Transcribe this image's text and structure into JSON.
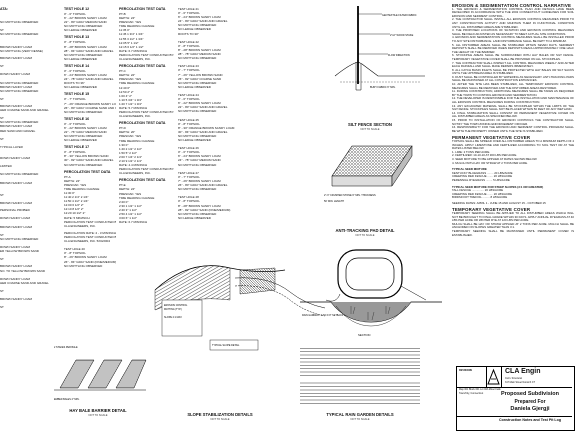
{
  "sheet": {
    "col1": {
      "blocks": [
        {
          "h": "ATA:",
          "lines": [
            "",
            "",
            "NO MOTTLING OBSERVED",
            "",
            "ST",
            "NO MOTTLING OBSERVED",
            "",
            "",
            "BROWN SANDY LOAM",
            "NO MOTTLING (VERY DENSE)"
          ]
        },
        {
          "h": "",
          "lines": [
            "BROWN SANDY LOAM",
            "",
            "ST",
            "",
            "ROWN SANDY LOAM",
            "",
            "NO MOTTLING OBSERVED",
            "BROWN SANDY LOAM",
            "NO MOTTLING OBSERVED",
            "",
            "ST"
          ]
        },
        {
          "h": "",
          "lines": [
            "BROWN SANDY LOAM",
            "HER COARSE SAND AND GRAVEL",
            "",
            "ST",
            "NO MOTTLING OBSERVED",
            "BROWN SANDY LOAM",
            "RED SAND AND GRAVEL",
            "",
            "ST",
            "",
            "TYPICAL LAYER"
          ]
        },
        {
          "h": "",
          "lines": [
            "",
            "ROWN SANDY LOAM",
            "",
            "LIMITED",
            "",
            "NO MOTTLING OBSERVED",
            "",
            "BROWN SANDY LOAM",
            "",
            "",
            "ST",
            "",
            "BROWN SANDY LOAM"
          ]
        },
        {
          "h": "",
          "lines": [
            "PERSONAL PROBED",
            "",
            "ROWN SANDY LOAM",
            "",
            "BROWN SANDY LOAM",
            "",
            "ST",
            "NO MOTTLING OBSERVED",
            "",
            "ROWN SANDY LOAM",
            "ER YELLOW BROWN SAND",
            "",
            "ST"
          ]
        },
        {
          "h": "",
          "lines": [
            "BROWN SANDY LOAM",
            "NO. TO YELLOW BROWN SAND",
            "",
            "ROWN SANDY LOAM",
            "HER COARSE SAND AND GRAVEL",
            "",
            "ST",
            "",
            "BROWN SANDY LOAM",
            "",
            "ST"
          ]
        }
      ]
    },
    "col2": {
      "blocks": [
        {
          "h": "TEST HOLE 12",
          "lines": [
            "0\" - 6\"     TOPSOIL",
            "6\" - 22\"    BROWN SANDY LOAM",
            "22\" - 80\"   GRAY MEDIUM SAND",
            "NO MOTTLING OBSERVED",
            "NO LEDGE OBSERVED"
          ]
        },
        {
          "h": "TEST HOLE 13",
          "lines": [
            "0\" - 8\"     TOPSOIL",
            "8\" - 28\"    BROWN SANDY LOAM",
            "28\" - 84\"   GRAY SAND AND GRAVEL",
            "NO MOTTLING OBSERVED",
            "NO LEDGE OBSERVED"
          ]
        },
        {
          "h": "TEST HOLE 14",
          "lines": [
            "0\" - 6\"     TOPSOIL",
            "6\" - 24\"    BROWN SANDY LOAM",
            "24\" - 78\"   GRAY SAND AND GRAVEL",
            "ROOTS TO 36\"",
            "NO LEDGE OBSERVED"
          ]
        },
        {
          "h": "TEST HOLE 15",
          "lines": [
            "0\" - 7\"     TOPSOIL",
            "7\" - 26\"    ORANGE BROWN SANDY LOAM",
            "26\" - 80\"   GRAY COARSE SAND AND GRAVEL",
            "NO MOTTLING OBSERVED"
          ]
        },
        {
          "h": "TEST HOLE 16",
          "lines": [
            "0\" - 6\"     TOPSOIL",
            "6\" - 22\"    BROWN SANDY LOAM",
            "22\" - 76\"   GRAY MEDIUM SAND",
            "NO MOTTLING OBSERVED",
            "NO LEDGE OBSERVED"
          ]
        },
        {
          "h": "TEST HOLE 17",
          "lines": [
            "0\" - 8\"     TOPSOIL",
            "8\" - 30\"    YELLOW BROWN SAND",
            "30\" - 82\"   GRAY SAND AND GRAVEL",
            "NO MOTTLING OBSERVED"
          ]
        },
        {
          "h": "PERCOLATION TEST DATA",
          "lines": [
            "PT-A",
            "DEPTH: 24\"",
            "PRESOAK: YES",
            "TIME      READING   CHANGE",
            "11:30     0\"",
            "11:40     2 1/4\"   2 1/4\"",
            "11:50     4 1/2\"   2 1/4\"",
            "12:00     6 1/2\"   2\"",
            "12:10     8 1/2\"   2\"",
            "12:20     10 1/2\"  2\"",
            "RATE: 5 MIN/INCH",
            "PERCOLATION TEST CONDUCTED BY:",
            "CLA ENGINEERS, INC."
          ]
        },
        {
          "h": "",
          "lines": [
            "PERCOLATION RATE: 2 - 3 MIN/INCH",
            "PERCOLATION TEST CONDUCTED BY:",
            "CLA ENGINEERS, INC. 5/04/2004",
            "",
            "TEST HOLE 20",
            "0\" - 8\"     TOPSOIL",
            "8\" - 26\"    BROWN SANDY LOAM",
            "26\" - 84\"   GRAY SAND (FINE/MEDIUM)",
            "NO MOTTLING OBSERVED"
          ]
        }
      ]
    },
    "col3": {
      "blocks": [
        {
          "h": "PERCOLATION TEST DATA",
          "lines": [
            "PT-B",
            "DEPTH: 24\"",
            "PRESOAK: YES",
            "TIME      READING   CHANGE",
            "11:35     0\"",
            "11:45     1 3/4\"   1 3/4\"",
            "11:55     3 1/2\"   1 3/4\"",
            "12:05     5\"       1 1/2\"",
            "12:15     6 1/2\"   1 1/2\"",
            "RATE: 6.7 MIN/INCH",
            "PERCOLATION TEST CONDUCTED BY:",
            "CLA ENGINEERS, INC."
          ]
        },
        {
          "h": "PERCOLATION TEST DATA",
          "lines": [
            "PT-C",
            "DEPTH: 22\"",
            "PRESOAK: YES",
            "TIME      READING   CHANGE",
            "12:40     0\"",
            "12:50     2\"        2\"",
            "1:00      4\"        2\"",
            "1:10      5 3/4\"   1 3/4\"",
            "1:20      7 1/2\"   1 3/4\"",
            "RATE: 5.7 MIN/INCH",
            "PERCOLATION TEST CONDUCTED BY:",
            "CLA ENGINEERS, INC."
          ]
        },
        {
          "h": "PERCOLATION TEST DATA",
          "lines": [
            "PT-D",
            "DEPTH: 20\"",
            "PRESOAK: YES",
            "TIME      READING   CHANGE",
            "1:30      0\"",
            "1:40      2 1/2\"   2 1/2\"",
            "1:50      5\"       2 1/2\"",
            "2:00      7 1/4\"   2 1/4\"",
            "2:10      9 1/2\"   2 1/4\"",
            "RATE: 4.4 MIN/INCH",
            "PERCOLATION TEST CONDUCTED BY:",
            "CLA ENGINEERS, INC."
          ]
        },
        {
          "h": "PERCOLATION TEST DATA",
          "lines": [
            "PT-E",
            "DEPTH: 24\"",
            "PRESOAK: YES",
            "TIME      READING   CHANGE",
            "2:20      0\"",
            "2:30      1 1/2\"   1 1/2\"",
            "2:40      3\"       1 1/2\"",
            "2:50      4 1/2\"   1 1/2\"",
            "3:00      6\"       1 1/2\"",
            "RATE: 6.7 MIN/INCH"
          ]
        }
      ]
    },
    "col4": {
      "blocks": [
        {
          "h": "",
          "lines": [
            "TEST HOLE 21",
            "0\" - 6\"     TOPSOIL",
            "6\" - 24\"    BROWN SANDY LOAM",
            "24\" - 80\"   GRAY SAND AND GRAVEL",
            "NO MOTTLING OBSERVED",
            "NO LEDGE OBSERVED",
            "ROOTS TO 30\"",
            "",
            "TEST HOLE 22",
            "0\" - 8\"     TOPSOIL",
            "8\" - 28\"    BROWN SANDY LOAM",
            "28\" - 78\"   GRAY MEDIUM SAND",
            "NO MOTTLING OBSERVED",
            "",
            "TEST HOLE 23",
            "0\" - 7\"     TOPSOIL",
            "7\" - 26\"    YELLOW BROWN SAND",
            "26\" - 82\"   GRAY COARSE SAND",
            "NO MOTTLING OBSERVED",
            "NO LEDGE OBSERVED",
            "",
            "TEST HOLE 24",
            "0\" - 6\"     TOPSOIL",
            "6\" - 22\"    BROWN SANDY LOAM",
            "22\" - 80\"   GRAY SAND AND GRAVEL",
            "NO MOTTLING OBSERVED",
            "",
            "TEST HOLE 25",
            "0\" - 8\"     TOPSOIL",
            "8\" - 30\"    ORANGE BROWN SANDY LOAM",
            "30\" - 84\"   GRAY SAND AND GRAVEL",
            "NO MOTTLING OBSERVED",
            "NO LEDGE OBSERVED",
            "",
            "TEST HOLE 26",
            "0\" - 6\"     TOPSOIL",
            "6\" - 24\"    BROWN SANDY LOAM",
            "24\" - 78\"   GRAY MEDIUM SAND",
            "NO MOTTLING OBSERVED",
            "",
            "TEST HOLE 27",
            "0\" - 7\"     TOPSOIL",
            "7\" - 26\"    BROWN SANDY LOAM",
            "26\" - 80\"   GRAY SAND AND GRAVEL",
            "NO MOTTLING OBSERVED",
            "",
            "TEST HOLE 28",
            "0\" - 8\"     TOPSOIL",
            "8\" - 28\"    BROWN SANDY LOAM",
            "28\" - 82\"   GRAY SAND (FINE/MEDIUM)",
            "NO MOTTLING OBSERVED",
            "NO LEDGE OBSERVED"
          ]
        }
      ]
    },
    "details": {
      "silt_fence": "SILT FENCE SECTION",
      "silt_fence_sub": "NOT TO SCALE",
      "anti_tracking": "ANTI-TRACKING PAD DETAIL",
      "anti_tracking_sub": "NOT TO SCALE",
      "hay_bale": "HAY BALE BARRIER DETAIL",
      "hay_bale_sub": "NOT TO SCALE",
      "slope": "SLOPE STABILIZATION DETAILS",
      "slope_sub": "NOT TO SCALE",
      "rain_garden": "TYPICAL RAIN GARDEN DETAILS",
      "rain_garden_sub": "NOT TO SCALE",
      "plan_label": "PLAN",
      "section_label": "SECTION"
    },
    "narrative": {
      "title": "EROSION & SEDIMENTATION CONTROL NARRATIVE",
      "paragraphs": [
        "1. THE EROSION & SEDIMENTATION CONTROL PLAN AND DETAILS HAVE BEEN DEVELOPED IN ACCORDANCE WITH THE 2002 CONNECTICUT GUIDELINES FOR SOIL EROSION AND SEDIMENT CONTROL.",
        "2. THE CONTRACTOR SHALL INSTALL ALL EROSION CONTROL MEASURES PRIOR TO ANY CONSTRUCTION ACTIVITY AND MAINTAIN THEM IN FUNCTIONAL CONDITION UNTIL ALL DISTURBED AREAS ARE STABILIZED.",
        "3. THE PROPOSED LOCATIONS OF SILTATION AND EROSION CONTROL MEASURES SHALL BE FIELD ADJUSTED AS NECESSARY TO MEET ACTUAL SITE CONDITIONS.",
        "4. EROSION AND SEDIMENTATION CONTROL MEASURES SHALL BE INSTALLED PRIOR TO ANY SITE DISTURBANCE. LAND DISTURBANCE SHALL BE KEPT TO A MINIMUM.",
        "5. ALL DISTURBED AREAS SHALL BE STABILIZED WITHIN SEVEN DAYS. SEDIMENT DEPOSITS SHALL BE REMOVED WHEN DEPOSITS REACH APPROXIMATELY ONE HALF THE HEIGHT OF THE BARRIER.",
        "6. STOCKPILE AREAS SHALL BE SURROUNDED WITH HAY BALES OR SILT FENCE. TEMPORARY VEGETATIVE COVER SHALL BE PROVIDED ON ALL STOCKPILES.",
        "7. THE CONTRACTOR SHALL INSPECT ALL CONTROL MEASURES WEEKLY AND AFTER EACH RAINFALL AND SHALL MAKE REPAIRS IMMEDIATELY.",
        "8. ALL CATCH BASIN INLETS SHALL BE PROTECTED WITH HAY BALES OR SILT SACKS UNTIL THE UPSTREAM AREA IS STABILIZED.",
        "9. DUST SHALL BE CONTROLLED BY WATERING AS NECESSARY. ANTI-TRACKING PADS SHALL BE MAINTAINED AT ALL CONSTRUCTION ENTRANCES.",
        "10. AFTER THE SITE HAS BEEN STABILIZED, ALL TEMPORARY EROSION CONTROL MEASURES SHALL BE REMOVED AND THE DISTURBED AREAS RESTORED.",
        "11. DURING CONSTRUCTION, ADDITIONAL MEASURES SHALL BE TAKEN AS REQUIRED BY THE TOWN TO CONTROL EROSION AND SEDIMENTATION.",
        "12. THE DEVELOPER IS RESPONSIBLE FOR THE INSTALLATION AND MAINTENANCE OF ALL EROSION CONTROL MEASURES DURING CONSTRUCTION.",
        "13. ANY EXCAVATED MATERIAL SHALL BE STOCKPILED WITHIN THE LIMITS OF THE SILT FENCE. STOCKPILES SHALL NOT BE PLACED WITHIN 50 FEET OF ANY WETLAND.",
        "14. FINAL STABILIZATION SHALL CONSIST OF PERMANENT VEGETATIVE COVER ON ALL DISTURBED AREAS AS SPECIFIED BELOW.",
        "15. PRIOR TO INSTALLATION OF EROSION CONTROLS THE CONTRACTOR SHALL NOTIFY THE TOWN ZONING ENFORCEMENT OFFICER.",
        "16. RESPONSIBILITY FOR THE EROSION AND SEDIMENT CONTROL PROGRAM SHALL BE WITH THE PROPERTY OWNER UNTIL THE SITE IS STABILIZED."
      ],
      "perm_title": "PERMANENT VEGETATIVE COVER",
      "perm": [
        "TOPSOIL SHALL BE SPREAD OVER ALL DISTURBED AREAS TO A MINIMUM DEPTH OF 4 INCHES. APPLY LIMESTONE AND FERTILIZER ACCORDING TO SOIL TEST OR AT THE RATES LISTED BELOW.",
        "1. LIME: 2 TONS PER ACRE.",
        "2. FERTILIZER: 10-10-10 AT 300 LBS PER ACRE.",
        "3. SEED MIXTURE TO BE APPLIED AT RATES SHOWN BELOW.",
        "4. MULCH WITH HAY OR STRAW AT 2 TONS PER ACRE."
      ],
      "seed_title": "TYPICAL SEED MIXTURE",
      "seed": [
        "KENTUCKY BLUEGRASS ........ 20 LBS/ACRE",
        "CREEPING RED FESCUE ....... 20 LBS/ACRE",
        "PERENNIAL RYEGRASS ........ 5 LBS/ACRE"
      ],
      "seed2_title": "TYPICAL SEED MIXTURE FOR STEEP SLOPES (3:1 OR GREATER)",
      "seed2": [
        "TALL FESCUE ............... 20 LBS/ACRE",
        "CREEPING RED FESCUE ....... 20 LBS/ACRE",
        "BIRDSFOOT TREFOIL ......... 8 LBS/ACRE"
      ],
      "dates": "SEEDING DATES: APRIL 1 - JUNE 15 AND AUGUST 15 - OCTOBER 15",
      "temp_title": "TEMPORARY VEGETATIVE COVER",
      "temp": [
        "TEMPORARY SEEDING SHALL BE APPLIED TO ALL DISTURBED AREAS WHICH WILL NOT BE BROUGHT TO FINAL GRADE WITHIN 30 DAYS. APPLY ANNUAL RYEGRASS AT 40 LBS PER ACRE OR WINTER RYE AT 120 LBS PER ACRE.",
        "MULCH SHALL BE HAY OR STRAW APPLIED AT 2 TONS PER ACRE. MULCH SHALL BE ANCHORED ON SLOPES GREATER THAN 3:1.",
        "TEMPORARY SEEDING SHALL BE MAINTAINED UNTIL PERMANENT COVER IS ESTABLISHED."
      ]
    },
    "title_block": {
      "firm": "CLA Engin",
      "firm_sub": "Civil • Structural",
      "address": "317 Main Street  Norwich CT",
      "project": "Proposed Subdivision",
      "prepared": "Prepared For",
      "client": "Daniela Gjergji",
      "sheet_name": "Construction Notes and Test Pit Log",
      "map_ref": "Map 001  Block 001  Lot 00A  Miner Falls",
      "town": "Town/City, Connecticut",
      "revisions": "REVISIONS"
    }
  }
}
